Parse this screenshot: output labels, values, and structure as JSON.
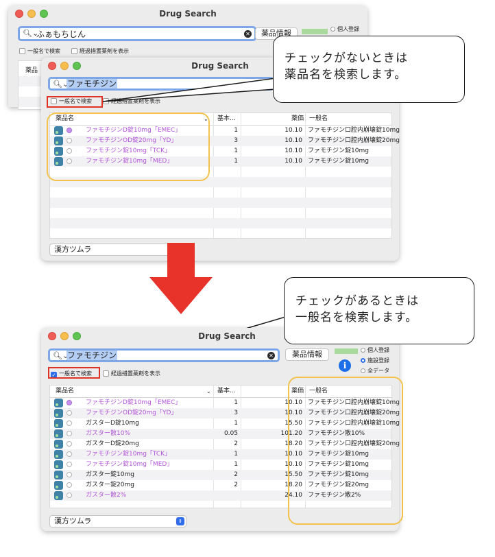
{
  "window_title": "Drug Search",
  "top_window": {
    "search_value": "ふぁもちじん",
    "drug_info_label": "薬品情報",
    "radio_personal": "個人登録",
    "checkbox_generic": "一般名で検索",
    "checkbox_transitional": "経過措置薬剤を表示",
    "partial_header": "薬品"
  },
  "mid_window": {
    "search_value": "ファモチジン",
    "checkbox_generic": "一般名で検索",
    "checkbox_transitional": "経過措置薬剤を表示",
    "columns": [
      "薬品名",
      "基本…",
      "薬価",
      "一般名"
    ],
    "rows": [
      {
        "name": "ファモチジンD錠10mg「EMEC」",
        "base": "1",
        "price": "10.10",
        "generic": "ファモチジン口腔内崩壊錠10mg",
        "selected": true,
        "purple": true
      },
      {
        "name": "ファモチジンOD錠20mg「YD」",
        "base": "3",
        "price": "10.10",
        "generic": "ファモチジン口腔内崩壊錠20mg",
        "selected": false,
        "purple": true
      },
      {
        "name": "ファモチジン錠10mg「TCK」",
        "base": "1",
        "price": "10.10",
        "generic": "ファモチジン錠10mg",
        "selected": false,
        "purple": true
      },
      {
        "name": "ファモチジン錠10mg「MED」",
        "base": "1",
        "price": "10.10",
        "generic": "ファモチジン錠10mg",
        "selected": false,
        "purple": true
      }
    ],
    "dropdown_value": "漢方ツムラ"
  },
  "bottom_window": {
    "title": "Drug Search",
    "search_value": "ファモチジン",
    "drug_info_label": "薬品情報",
    "radio_personal": "個人登録",
    "radio_facility": "施設登録",
    "radio_all": "全データ",
    "checkbox_generic": "一般名で検索",
    "checkbox_transitional": "経過措置薬剤を表示",
    "columns": [
      "薬品名",
      "基本…",
      "薬価",
      "一般名"
    ],
    "rows": [
      {
        "name": "ファモチジンD錠10mg「EMEC」",
        "base": "1",
        "price": "10.10",
        "generic": "ファモチジン口腔内崩壊錠10mg",
        "selected": true,
        "purple": true
      },
      {
        "name": "ファモチジンOD錠20mg「YD」",
        "base": "3",
        "price": "10.10",
        "generic": "ファモチジン口腔内崩壊錠20mg",
        "selected": false,
        "purple": true
      },
      {
        "name": "ガスターD錠10mg",
        "base": "1",
        "price": "15.50",
        "generic": "ファモチジン口腔内崩壊錠10mg",
        "selected": false,
        "purple": false
      },
      {
        "name": "ガスター散10%",
        "base": "0.05",
        "price": "101.20",
        "generic": "ファモチジン散10%",
        "selected": false,
        "purple": true
      },
      {
        "name": "ガスターD錠20mg",
        "base": "2",
        "price": "18.20",
        "generic": "ファモチジン口腔内崩壊錠20mg",
        "selected": false,
        "purple": false
      },
      {
        "name": "ファモチジン錠10mg「TCK」",
        "base": "1",
        "price": "10.10",
        "generic": "ファモチジン錠10mg",
        "selected": false,
        "purple": true
      },
      {
        "name": "ファモチジン錠10mg「MED」",
        "base": "1",
        "price": "10.10",
        "generic": "ファモチジン錠10mg",
        "selected": false,
        "purple": true
      },
      {
        "name": "ガスター錠10mg",
        "base": "2",
        "price": "15.50",
        "generic": "ファモチジン錠10mg",
        "selected": false,
        "purple": false
      },
      {
        "name": "ガスター錠20mg",
        "base": "2",
        "price": "18.20",
        "generic": "ファモチジン錠20mg",
        "selected": false,
        "purple": false
      },
      {
        "name": "ガスター散2%",
        "base": "",
        "price": "24.10",
        "generic": "ファモチジン散2%",
        "selected": false,
        "purple": true
      }
    ],
    "dropdown_value": "漢方ツムラ"
  },
  "callout_top": {
    "line1": "チェックがないときは",
    "line2": "薬品名を検索します。"
  },
  "callout_bottom": {
    "line1": "チェックがあるときは",
    "line2": "一般名を検索します。"
  },
  "colors": {
    "accent": "#2f6ee8",
    "highlight_frame": "#f2c24c",
    "check_frame": "#e03224",
    "arrow": "#e8332a",
    "purple_text": "#b154d8"
  }
}
